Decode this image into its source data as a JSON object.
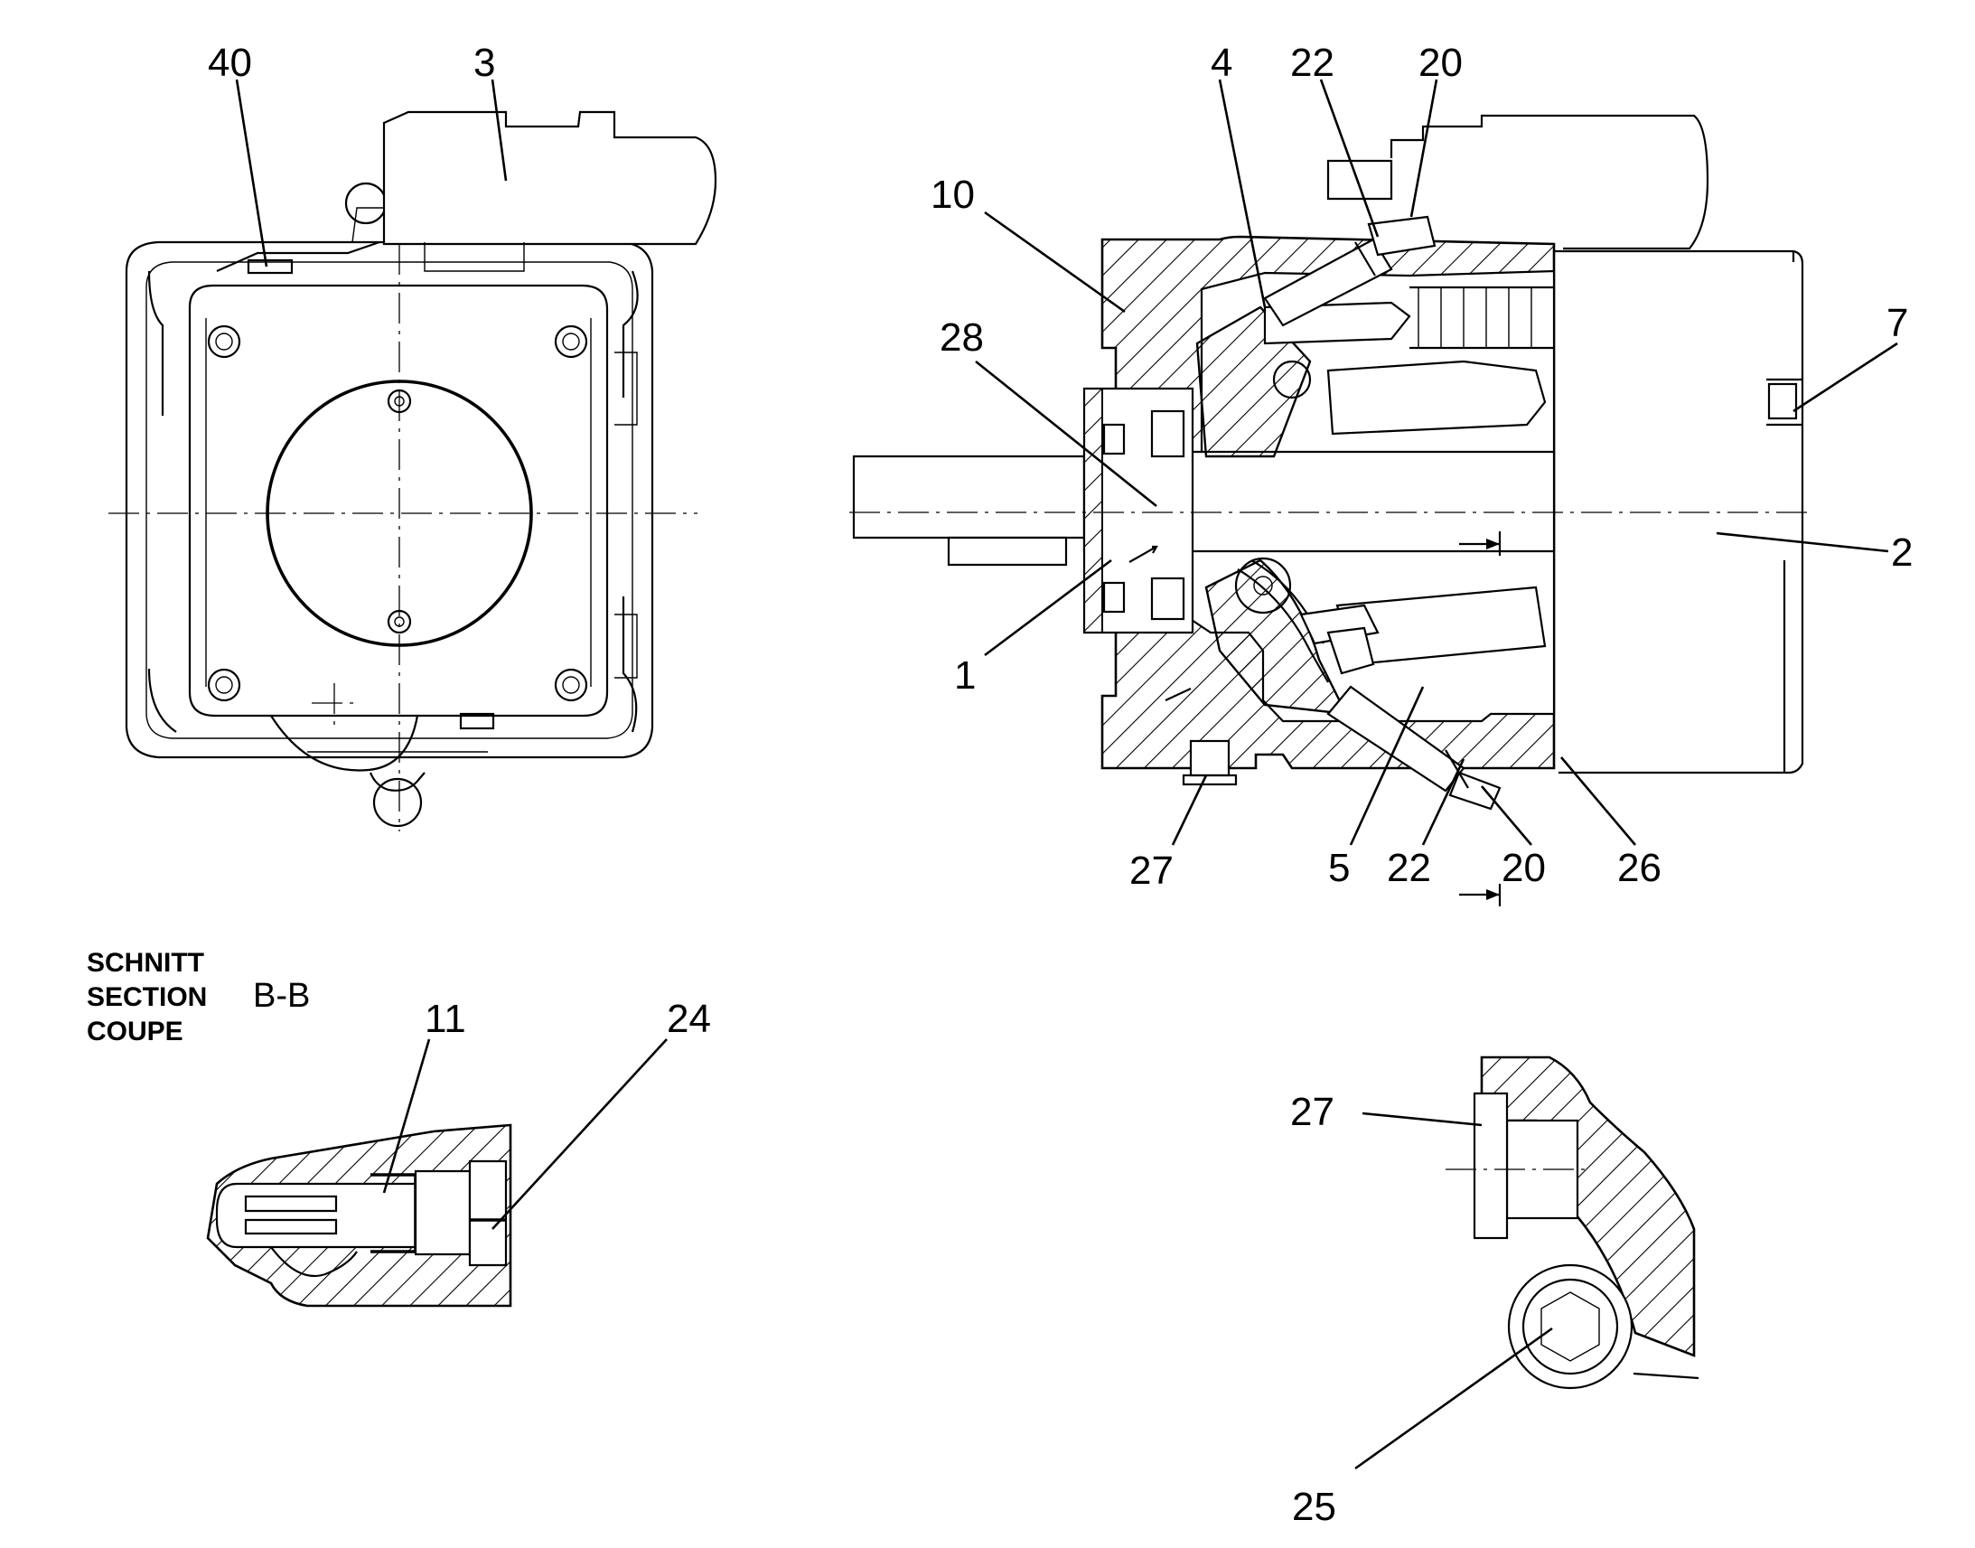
{
  "callouts": {
    "c40": "40",
    "c3": "3",
    "c4": "4",
    "c22_top": "22",
    "c20_top": "20",
    "c10": "10",
    "c28": "28",
    "c7": "7",
    "c2": "2",
    "c1": "1",
    "c27_main": "27",
    "c5": "5",
    "c22_bottom": "22",
    "c20_bottom": "20",
    "c26": "26",
    "c11": "11",
    "c24": "24",
    "c27_detail": "27",
    "c25": "25"
  },
  "section": {
    "line1": "SCHNITT",
    "line2": "SECTION",
    "line3": "COUPE",
    "name": "B-B"
  }
}
